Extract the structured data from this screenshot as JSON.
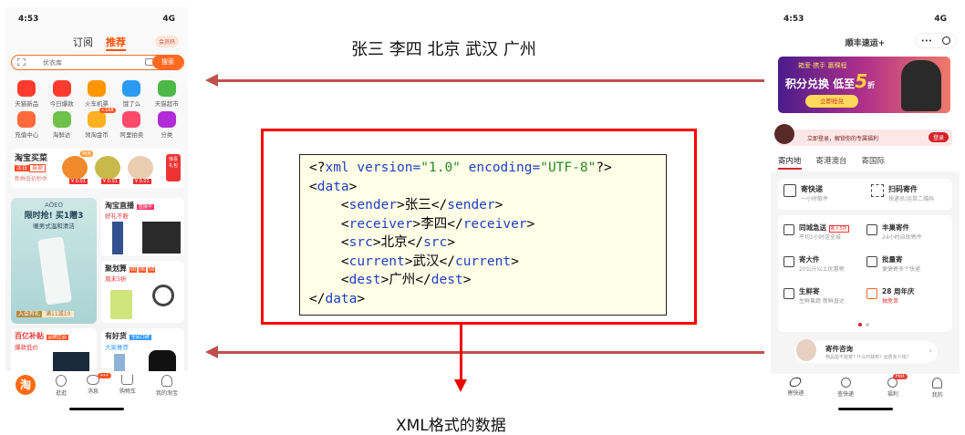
{
  "top_label": "张三 李四 北京 武汉 广州",
  "bottom_label": "XML格式的数据",
  "xml": {
    "decl_open": "<?",
    "decl_name": "xml",
    "attr1": "version",
    "eq": "=",
    "val1": "\"1.0\"",
    "attr2": "encoding",
    "val2": "\"UTF-8\"",
    "decl_close": "?>",
    "lines": [
      {
        "tag": "data",
        "open": true
      },
      {
        "tag": "sender",
        "value": "张三"
      },
      {
        "tag": "receiver",
        "value": "李四"
      },
      {
        "tag": "src",
        "value": "北京"
      },
      {
        "tag": "current",
        "value": "武汉"
      },
      {
        "tag": "dest",
        "value": "广州"
      },
      {
        "tag": "data",
        "close": true
      }
    ]
  },
  "taobao": {
    "time": "4:53",
    "network": "4G",
    "tabs": [
      "订阅",
      "推荐"
    ],
    "member": "会员码",
    "search_placeholder": "优衣库",
    "search_button": "搜索",
    "icons": [
      {
        "label": "天猫新品",
        "color": "#ff3b30"
      },
      {
        "label": "今日爆款",
        "color": "#ff3b30"
      },
      {
        "label": "火车机票",
        "color": "#ff9500"
      },
      {
        "label": "饿了么",
        "color": "#2b9af3"
      },
      {
        "label": "天猫超市",
        "color": "#4cb848"
      },
      {
        "label": "充值中心",
        "color": "#ff6a3d"
      },
      {
        "label": "淘鲜达",
        "color": "#6cc24a"
      },
      {
        "label": "领淘金币",
        "color": "#ffb020"
      },
      {
        "label": "阿里拍卖",
        "color": "#ff4a6a"
      },
      {
        "label": "分类",
        "color": "#b12bd6"
      }
    ],
    "coin_badge": "+168",
    "maicai": {
      "title": "淘宝买菜",
      "tag1": "次日",
      "tag2": "自提",
      "sub": "新鲜低价秒杀",
      "badge": "特惠",
      "prices": [
        "¥ 0.01",
        "¥ 0.01",
        "¥ 0.01"
      ],
      "gift": "惊喜礼包"
    },
    "banner": {
      "brand": "AÖEO",
      "title": "限时抢! 买1赠3",
      "sub": "暖男式温和清洁",
      "tag1": "入会有礼",
      "tag2": "满11减10"
    },
    "live": {
      "title": "淘宝直播",
      "badge": "直播中",
      "sub": "好礼不断"
    },
    "juhuasuan": {
      "title": "聚划算",
      "timer": [
        "00",
        "06",
        "56"
      ],
      "sub": "周末5折"
    },
    "baiyi": {
      "title": "百亿补贴",
      "badge": "品牌正品",
      "sub": "爆款低价"
    },
    "youhaohuo": {
      "title": "有好货",
      "badge": "全民口碑",
      "sub": "大家推荐"
    },
    "nav": [
      "逛逛",
      "消息",
      "购物车",
      "我的淘宝"
    ],
    "msg_badge": "•••",
    "logo": "淘"
  },
  "sf": {
    "time": "4:53",
    "network": "4G",
    "title": "顺丰速运+",
    "more": "•••",
    "banner": {
      "top": "箱爱·携手 赢稞程",
      "main": "积分兑换 低至",
      "big": "5",
      "unit": "折",
      "button": "立即抢兑"
    },
    "login": {
      "text": "立即登录，解锁你的专属福利",
      "button": "登录"
    },
    "tabs": [
      "寄内地",
      "寄港澳台",
      "寄国际"
    ],
    "primary": [
      {
        "title": "寄快递",
        "sub": "一小时取件"
      },
      {
        "title": "扫码寄件",
        "sub": "快递员/运单二维码"
      }
    ],
    "services": [
      {
        "title": "同城急送",
        "badge": "新人5折",
        "sub": "平均1小时送全城"
      },
      {
        "title": "丰巢寄件",
        "sub": "24小时自助寄件"
      },
      {
        "title": "寄大件",
        "sub": "20公斤以上优惠寄"
      },
      {
        "title": "批量寄",
        "sub": "便捷寄多个快递"
      },
      {
        "title": "生鲜寄",
        "sub": "生鲜果蔬 新鲜直达"
      },
      {
        "title": "28 周年庆",
        "sub": "抽免单",
        "red": true
      }
    ],
    "consult": {
      "title": "寄件咨询",
      "sub": "物品能不能寄? 什么时候到? 运费多少钱?"
    },
    "nav": [
      "寄快递",
      "查快递",
      "福利",
      "我的"
    ],
    "hot": "Hot"
  }
}
